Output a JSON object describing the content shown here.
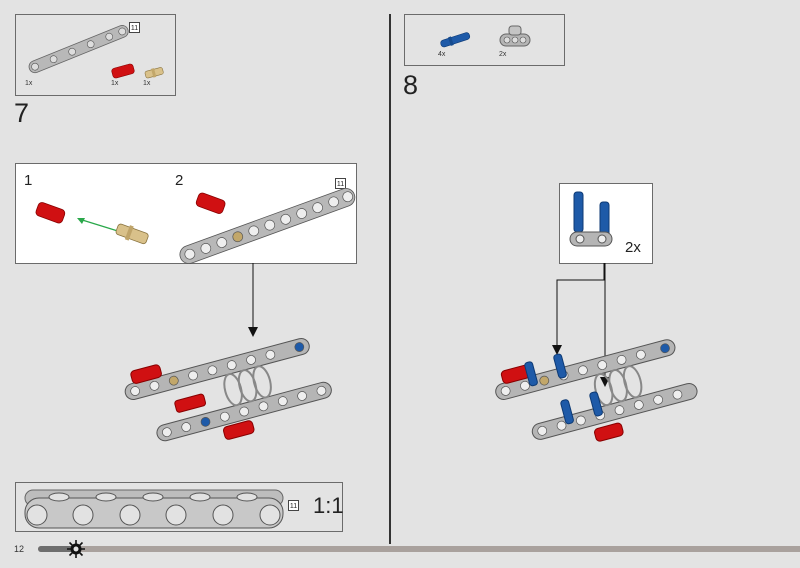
{
  "step7": {
    "number": "7",
    "parts": [
      {
        "name": "technic-beam-11",
        "qty": "1x",
        "tag": "11"
      },
      {
        "name": "red-axle-connector",
        "qty": "1x"
      },
      {
        "name": "tan-pin",
        "qty": "1x"
      }
    ],
    "substeps": [
      {
        "label": "1"
      },
      {
        "label": "2",
        "tag": "11"
      }
    ]
  },
  "step8": {
    "number": "8",
    "parts": [
      {
        "name": "blue-long-pin",
        "qty": "4x"
      },
      {
        "name": "gray-connector",
        "qty": "2x"
      }
    ],
    "callout_qty": "2x"
  },
  "ruler": {
    "tag": "11",
    "scale": "1:1"
  },
  "footer": {
    "page_number": "12",
    "progress": 0.05
  },
  "colors": {
    "background": "#e3e3e3",
    "red": "#d01012",
    "blue": "#1e5aa8",
    "tan": "#d9c18a",
    "gray": "#a0a0a0"
  }
}
